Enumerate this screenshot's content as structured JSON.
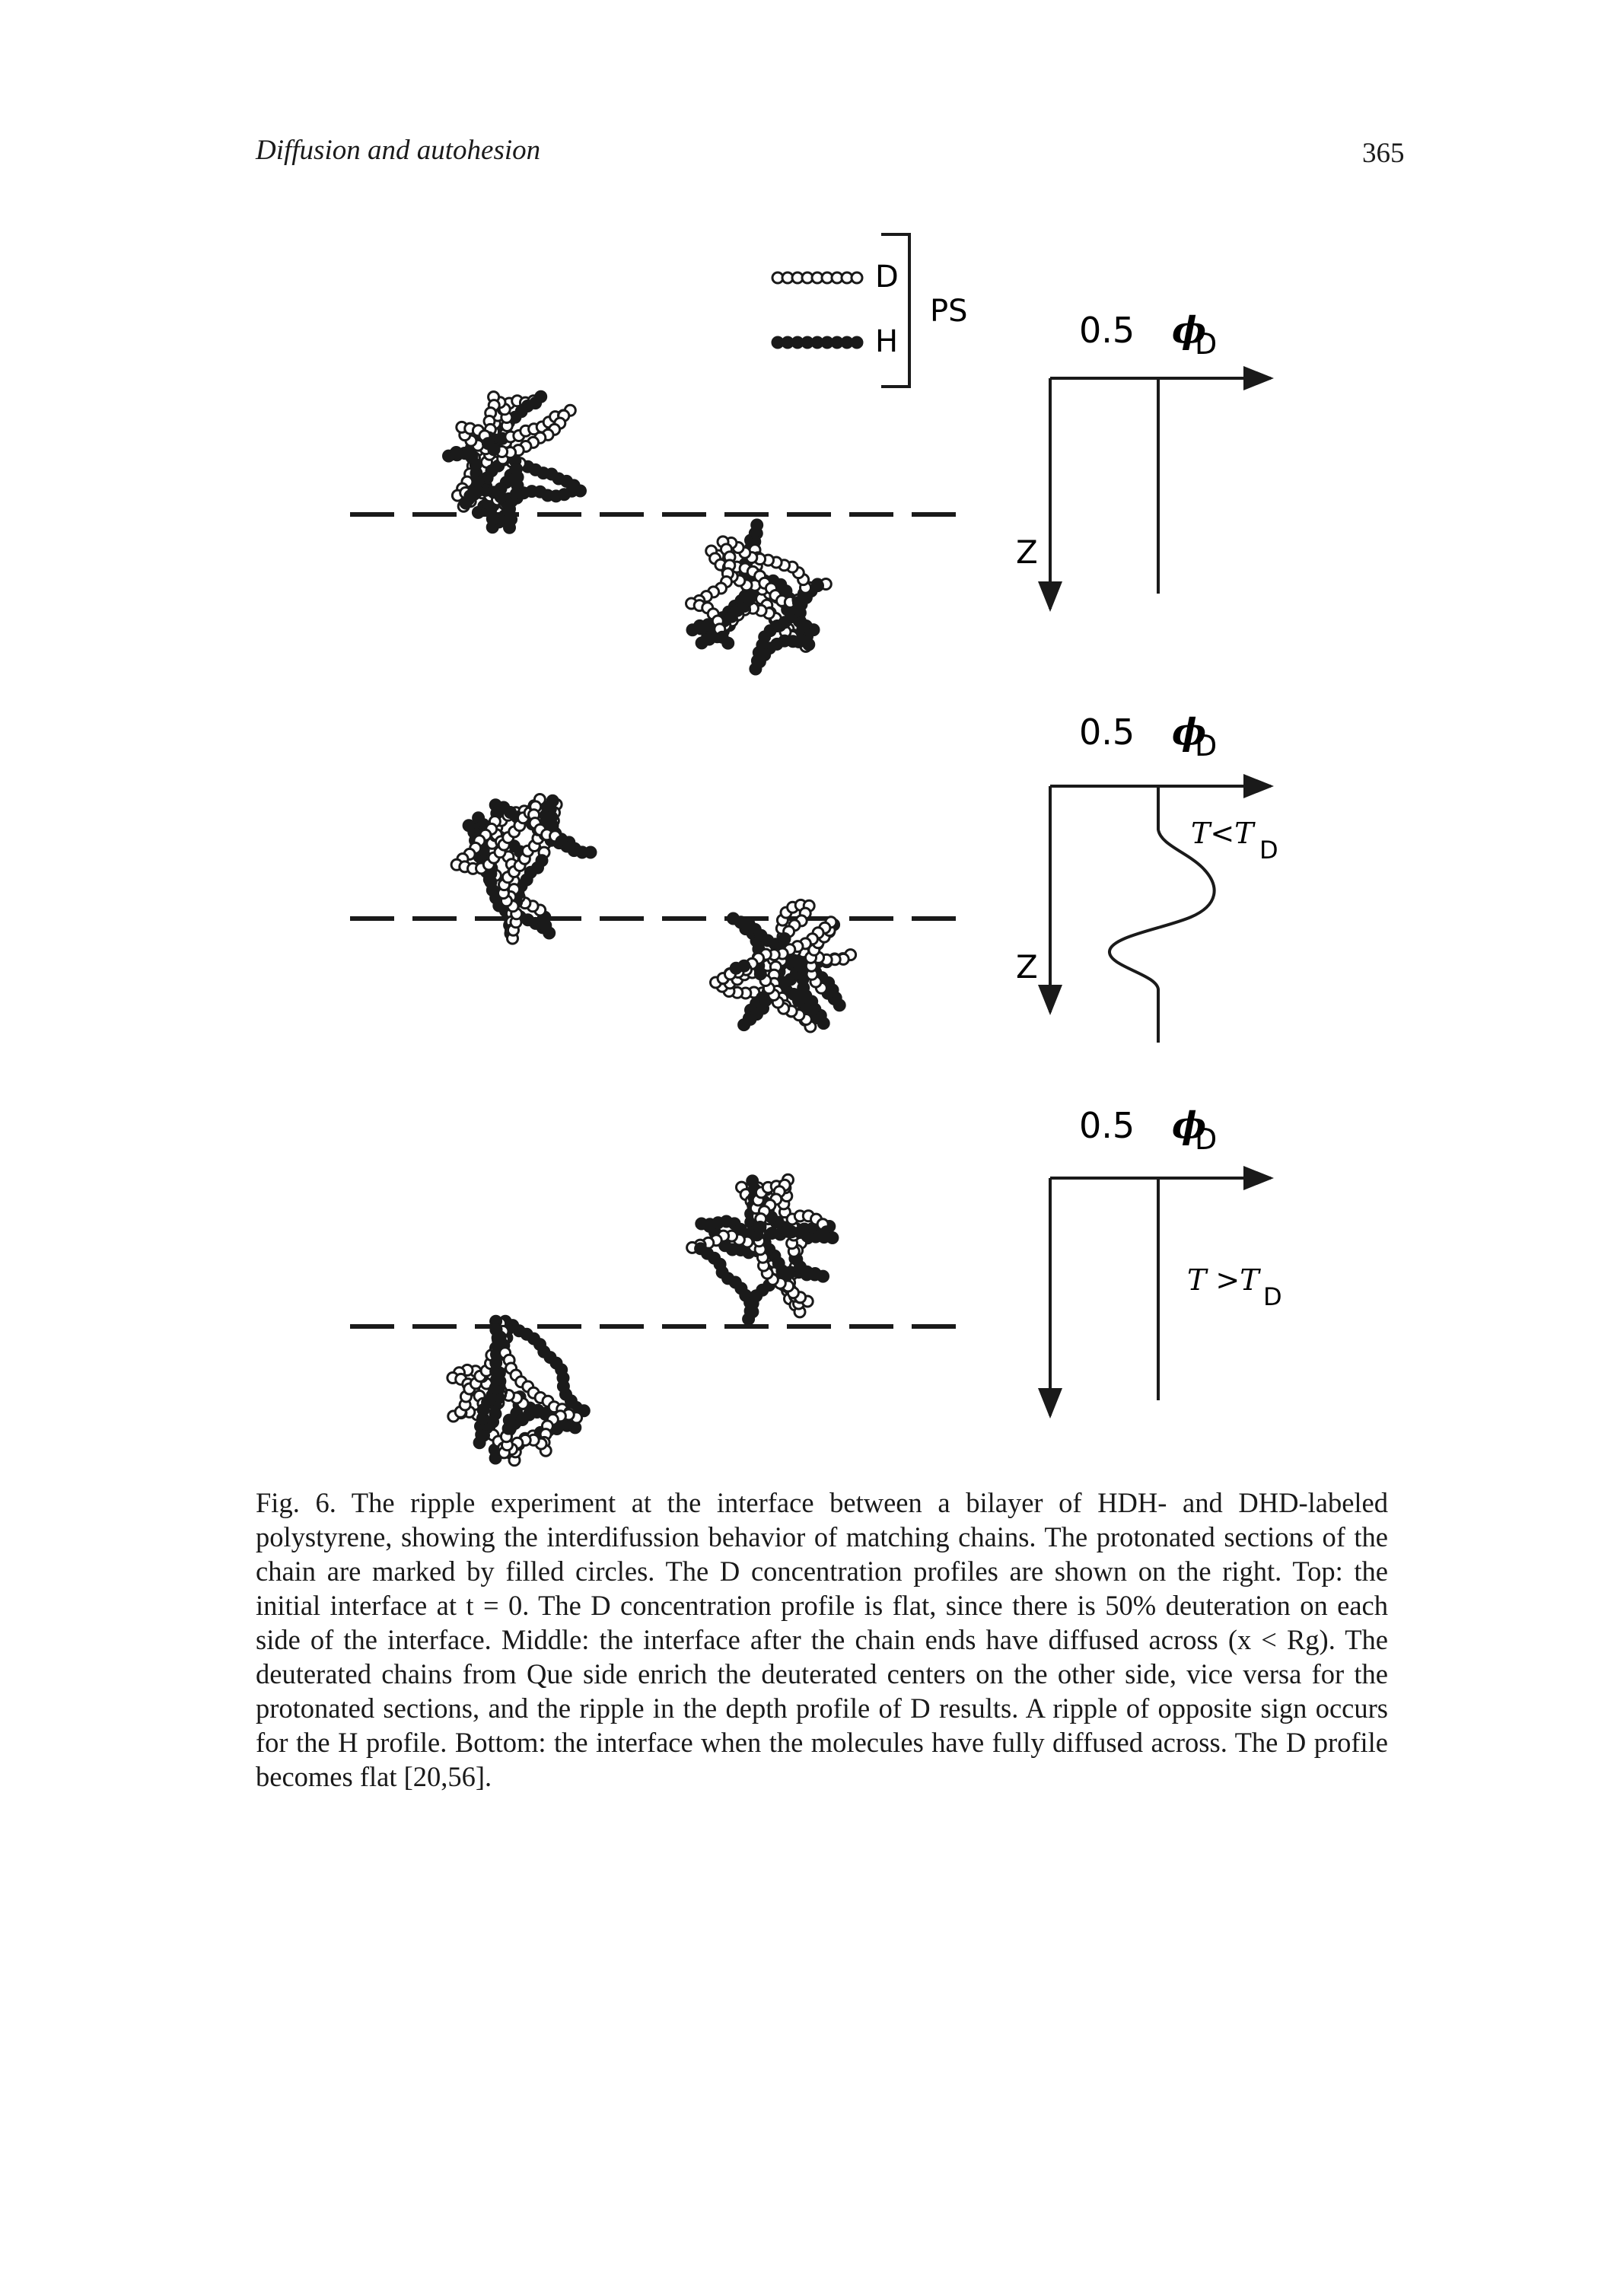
{
  "header": {
    "running_title": "Diffusion and autohesion",
    "page_number": "365"
  },
  "legend": {
    "d_label": "D",
    "h_label": "H",
    "ps_label": "PS"
  },
  "profiles": [
    {
      "axis_label": "0.5",
      "phi_label": "ϕ",
      "phi_subscript": "D",
      "depth_label": "Z",
      "temp_main": "",
      "temp_sub": ""
    },
    {
      "axis_label": "0.5",
      "phi_label": "ϕ",
      "phi_subscript": "D",
      "depth_label": "Z",
      "temp_main": "T<T",
      "temp_sub": "D"
    },
    {
      "axis_label": "0.5",
      "phi_label": "ϕ",
      "phi_subscript": "D",
      "depth_label": "",
      "temp_main": "T >T",
      "temp_sub": "D"
    }
  ],
  "caption": {
    "text": "Fig. 6. The ripple experiment at the interface between a bilayer of HDH- and DHD-labeled polystyrene, showing the interdifussion behavior of matching chains. The protonated sections of the chain are marked by filled circles. The D concentration profiles are shown on the right. Top: the initial interface at t = 0. The D concentration profile is flat, since there is 50% deuteration on each side of the interface. Middle: the interface after the chain ends have diffused across (x < Rg). The deuterated chains from Que side enrich the deuterated centers on the other side, vice versa for the protonated sections, and the ripple in the depth profile of D results. A ripple of opposite sign occurs for the H profile. Bottom: the interface when the molecules have fully diffused across. The D profile becomes flat [20,56]."
  }
}
